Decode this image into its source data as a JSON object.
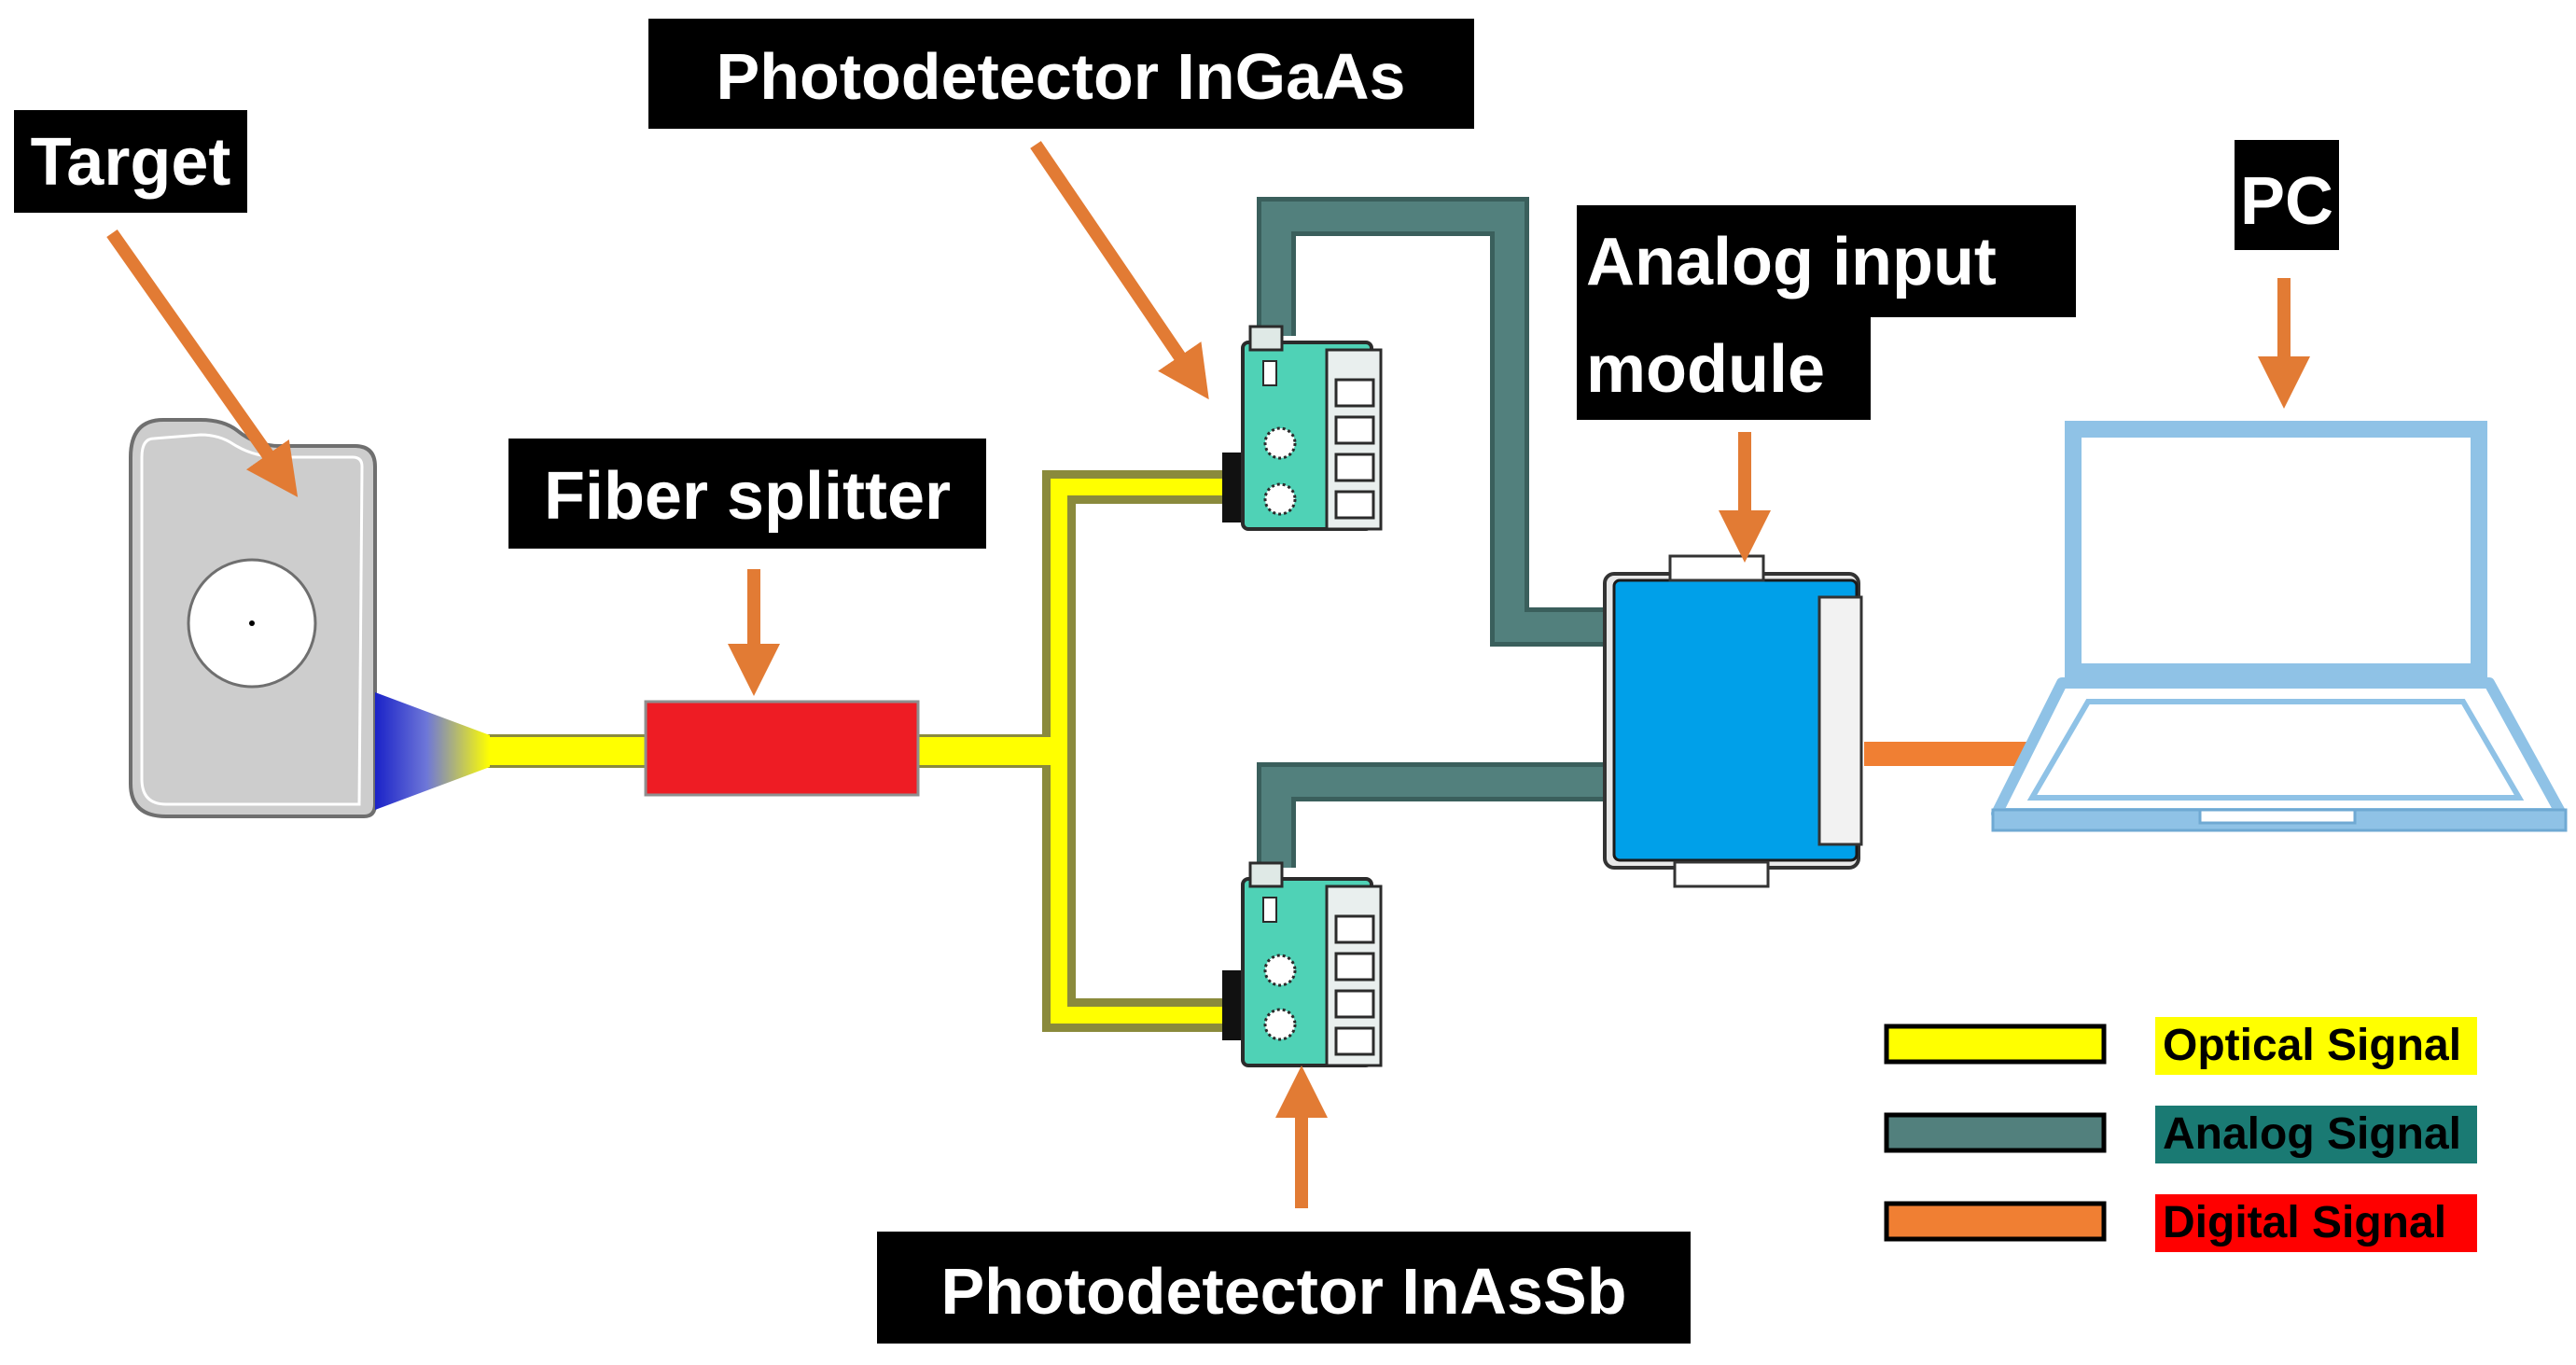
{
  "labels": {
    "target": "Target",
    "fiber_splitter": "Fiber splitter",
    "photodetector_top": "Photodetector InGaAs",
    "photodetector_bottom": "Photodetector InAsSb",
    "analog_module_line1": "Analog input",
    "analog_module_line2": "module",
    "pc": "PC"
  },
  "legend": [
    {
      "label": "Optical Signal",
      "color": "#ffff00",
      "text_color": "#000000"
    },
    {
      "label": "Analog Signal",
      "color": "#1a7a73",
      "text_color": "#000000"
    },
    {
      "label": "Digital Signal",
      "color": "#ff0000",
      "text_color": "#000000"
    }
  ],
  "colors": {
    "optical": "#ffff00",
    "analog": "#52807d",
    "digital": "#f07f33",
    "arrow": "#e27b34",
    "splitter": "#ee1c24",
    "module": "#00a0e9",
    "laptop": "#8fc2e6",
    "detector": "#4fd2b6",
    "target_body": "#cdcdcd",
    "label_bg": "#000000"
  },
  "icons": {
    "target": "target-device-icon",
    "splitter": "fiber-splitter-icon",
    "detector": "photodetector-icon",
    "module": "analog-input-module-icon",
    "pc": "laptop-icon"
  }
}
